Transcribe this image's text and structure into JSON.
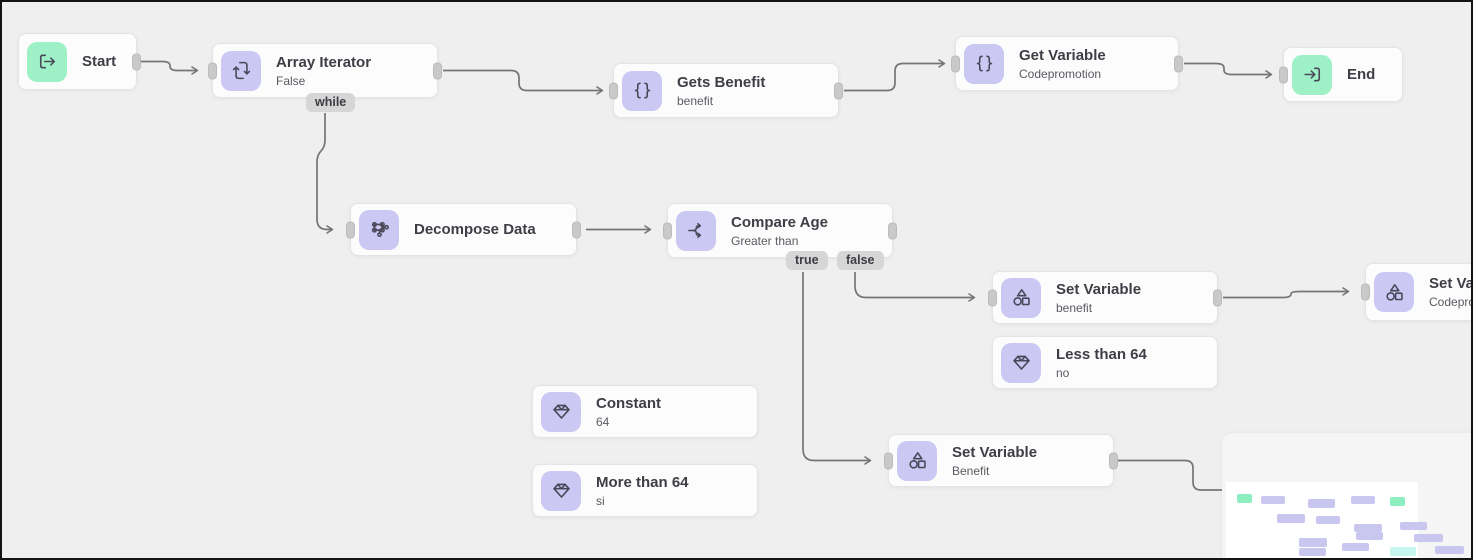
{
  "app": {
    "view": "workflow-canvas"
  },
  "colors": {
    "canvas-bg": "#efefef",
    "node-bg": "#fcfcfc",
    "node-border": "#e4e4e7",
    "accent-purple": "#ccc8f4",
    "accent-green": "#9ef0c6",
    "edge": "#757575",
    "handle": "#c9c9c9",
    "badge-bg": "#d6d6d6",
    "title": "#3e3e46",
    "subtitle": "#5a5a62",
    "minimap-bg": "#f5f5f5",
    "minimap-viewport": "#ffffff",
    "minimap-node": "#c9c6f0",
    "minimap-start": "#8feec0",
    "minimap-highlight": "#c6f6ee"
  },
  "nodes": [
    {
      "id": "start",
      "title": "Start",
      "icon": "start-icon"
    },
    {
      "id": "array-iterator",
      "title": "Array Iterator",
      "subtitle": "False",
      "badge": "while",
      "icon": "loop-icon"
    },
    {
      "id": "gets-benefit",
      "title": "Gets Benefit",
      "subtitle": "benefit",
      "icon": "braces-icon"
    },
    {
      "id": "get-variable",
      "title": "Get Variable",
      "subtitle": "Codepromotion",
      "icon": "braces-icon"
    },
    {
      "id": "end",
      "title": "End",
      "icon": "end-icon"
    },
    {
      "id": "decompose-data",
      "title": "Decompose Data",
      "icon": "decompose-icon"
    },
    {
      "id": "compare-age",
      "title": "Compare Age",
      "subtitle": "Greater than",
      "badge_true": "true",
      "badge_false": "false",
      "icon": "branch-icon"
    },
    {
      "id": "set-variable-benefit",
      "title": "Set Variable",
      "subtitle": "benefit",
      "icon": "shapes-icon"
    },
    {
      "id": "set-variable-codepromotion",
      "title": "Set Variable",
      "subtitle": "Codepromotion",
      "icon": "shapes-icon"
    },
    {
      "id": "less-than-64",
      "title": "Less than 64",
      "subtitle": "no",
      "icon": "gem-icon"
    },
    {
      "id": "constant",
      "title": "Constant",
      "subtitle": "64",
      "icon": "gem-icon"
    },
    {
      "id": "more-than-64",
      "title": "More than 64",
      "subtitle": "si",
      "icon": "gem-icon"
    },
    {
      "id": "set-variable-benefit-2",
      "title": "Set Variable",
      "subtitle": "Benefit",
      "icon": "shapes-icon"
    }
  ],
  "edges": [
    {
      "from": "start",
      "to": "array-iterator"
    },
    {
      "from": "array-iterator",
      "to": "gets-benefit"
    },
    {
      "from": "gets-benefit",
      "to": "get-variable"
    },
    {
      "from": "get-variable",
      "to": "end"
    },
    {
      "from": "array-iterator",
      "to": "decompose-data",
      "label": "while"
    },
    {
      "from": "decompose-data",
      "to": "compare-age"
    },
    {
      "from": "compare-age",
      "to": "set-variable-benefit-2",
      "label": "true"
    },
    {
      "from": "compare-age",
      "to": "set-variable-benefit",
      "label": "false"
    },
    {
      "from": "set-variable-benefit",
      "to": "set-variable-codepromotion"
    },
    {
      "from": "set-variable-benefit-2",
      "to": "offscreen-right"
    }
  ]
}
